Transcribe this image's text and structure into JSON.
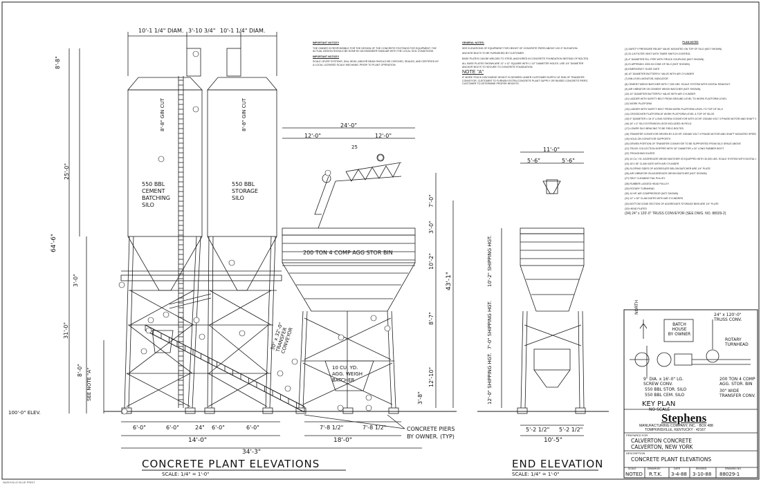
{
  "sheet": {
    "border_color": "#222222",
    "ink_color": "#1a1a1a"
  },
  "dims_top": {
    "left_diam": "10'-1 1/4\" DIAM.",
    "gap": "3'-10 3/4\"",
    "right_diam": "10'-1 1/4\" DIAM."
  },
  "silo_labels": {
    "cement": [
      "550 BBL",
      "CEMENT",
      "BATCHING",
      "SILO"
    ],
    "storage": [
      "550 BBL",
      "STORAGE",
      "SILO"
    ]
  },
  "vertical_dims": {
    "top": "8'-8\"",
    "cone1": "8'-8\" GIN CUT",
    "cone2": "8'-8\" GIN CUT",
    "mid": "25'-0\"",
    "total": "64'-6\"",
    "lower": "31'-0\"",
    "leg": "8'-0\"",
    "leg2": "3'-0\"",
    "note_a": "SEE NOTE \"A\"",
    "elev": "100'-0\" ELEV."
  },
  "bin": {
    "label": "200 TON 4 COMP AGG STOR BIN",
    "width": "24'-0\"",
    "half1": "12'-0\"",
    "half2": "12'-0\"",
    "small": "25",
    "h1": "7'-0\"",
    "h2": "3'-0\"",
    "h3": "10'-2\"",
    "h4": "43'-1\"",
    "h5": "8'-7\"",
    "h6": "12'-10\"",
    "h7": "3'-8\"",
    "weigh": [
      "10 CU. YD.",
      "AGG. WEIGH",
      "BATCHER"
    ],
    "conveyor": [
      "30\" x 32'-0\"",
      "TRANSFER",
      "CONVEYOR"
    ],
    "bottom1": "7'-8 1/2\"",
    "bottom2": "7'-8 1/2\"",
    "bottom_total": "18'-0\""
  },
  "bottom_dims": {
    "d1": "6'-0\"",
    "d2": "6'-0\"",
    "d3": "24\"",
    "d4": "6'-0\"",
    "d5": "6'-0\"",
    "span": "14'-0\"",
    "total": "34'-3\"",
    "piers": [
      "CONCRETE PIERS",
      "BY OWNER. (TYP)"
    ]
  },
  "end_elev": {
    "top_width": "11'-0\"",
    "half1": "5'-6\"",
    "half2": "5'-6\"",
    "ship1": "10'-2\" SHIPPING HGT.",
    "ship2": "7'-0\" SHIPPING HGT.",
    "ship3": "12'-0\" SHIPPING HGT.",
    "bot1": "5'-2 1/2\"",
    "bot2": "5'-2 1/2\"",
    "bot_total": "10'-5\""
  },
  "titles": {
    "main": "CONCRETE PLANT ELEVATIONS",
    "main_scale": "SCALE: 1/4\" = 1'-0\"",
    "end": "END ELEVATION",
    "end_scale": "SCALE: 1/4\" = 1'-0\""
  },
  "notes_important": {
    "h1": "IMPORTANT NOTICE!!",
    "p1": "THE OWNER IS RESPONSIBLE FOR THE DESIGN OF THE CONCRETE FOOTINGS FOR EQUIPMENT. THE ACTUAL DESIGN SHOULD BE DONE BY AN ENGINEER FAMILIAR WITH THE LOCAL SOIL CONDITIONS.",
    "h2": "IMPORTANT NOTICE!!",
    "p2": "SCALE LEVER SYSTEMS, DIAL HEAD, AND/OR BEAM SHOULD BE CHECKED, SEALED, AND CERTIFIED BY A LOCAL LICENSED SCALE MECHANIC PRIOR TO PLANT OPERATION."
  },
  "notes_general": {
    "h1": "GENERAL NOTES:",
    "p1": "SEE ELEVATIONS OF EQUIPMENT FOR HEIGHT OF CONCRETE PIERS ABOVE 100'-0\" ELEVATION.",
    "p2": "ANCHOR BOLTS TO BE FURNISHED BY CUSTOMER.",
    "p3": "BASE PLATES CAN BE WELDED TO STEEL ANCHORED IN CONCRETE FOUNDATION INSTEAD OF BOLTED.",
    "p4": "ALL BASE PLATES SHOWN ARE 12\" x 12\" SQUARE WITH 1 1/2\" DIAMETER HOLES. USE 1/4\" DIAMETER ANCHOR BOLTS TO SECURE TO CONCRETE FOUNDATION.",
    "h2": "NOTE \"A\"",
    "p5": "IF MORE TRUCK DISCHARGE HEIGHT IS DESIRED UNDER CUSTOMER SUPPLY AT END OF TRANSFER CONVEYOR, CUSTOMER TO FURNISH EXTRA CONCRETE PLANT SUPPLY OR RAISED CONCRETE PIERS. CUSTOMER TO DETERMINE PROPER HEIGHTS."
  },
  "plan_notes": {
    "title": "PLAN NOTES",
    "items": [
      "(1) SAFETY PRESSURE RELIEF VALVE MOUNTED ON TOP OF SILO (NOT SHOWN)",
      "(2) 20-1/8 FILTER VENT WITH TIMER SWITCH CONTROL",
      "(3) 4\" DIAMETER FILL PIPE WITH TRUCK COUPLING (NOT SHOWN)",
      "(4) IS APPENDIX JOIN IN CONE OF SILO (NOT SHOWN)",
      "(5) EMERGENCY SLIDE GATE",
      "(6) 10\" DIAMETER BUTTERFLY VALVE WITH AIR CYLINDER",
      "(7) BIN LEVEL MONITOR, INDICATOR",
      "(8) CEMENT WEIGH BATCHER WITH 7,000 LBS. SCALE SYSTEM WITH DIGITAL READOUT",
      "(9) AIR VIBRATOR ON CEMENT WEIGH BATCHER (NOT SHOWN)",
      "(10) 10\" DIAMETER BUTTERFLY VALVE WITH AIR CYLINDER",
      "(11) LADDER WITH SAFETY BELT FROM GROUND LEVEL TO WORK PLATFORM LEVEL",
      "(12) WORK PLATFORM",
      "(13) LADDER WITH SAFETY BELT FROM WORK PLATFORM LEVEL TO TOP OF SILO",
      "(14) CROSSOVER PLATFORM AT WORK PLATFORM LEVEL & TOP OF SILOS",
      "(15) 9\" DIAMETER x 16'-0\" LONG SCREW CONVEYOR WITH 20 HP, 230/460 VOLT 3 PHASE MOTOR AND SHAFT MOUNTED SPEED REDUCER",
      "(16) 16\" x 4\" SILO EXTENSION LEGS INCLUDED IN FIELD",
      "(17) LOWER SILO BRACING TO BE FIELD BOLTED",
      "(18) TRANSFER CONVEYOR DRIVEN BY A 20 HP, 230/460 VOLT 3 PHASE MOTOR AND SHAFT MOUNTED SPEED REDUCER",
      "(19) HOLD-ON CONVEYOR SUPPORTS",
      "(20) DRIVEN PORTION OF TRANSFER CONVEYOR TO BE SUPPORTED FROM SILO SPACE ABOVE",
      "(21) TRUCK COLLECTION HOPPER WITH 30\" DIAMETER x 24\" LONG RUBBER BOOT",
      "(22) TROUGHING IDLERS",
      "(23) 10 CU. YD. AGGREGATE WEIGH BATCHER IS EQUIPPED WITH 30,000 LBS. SCALE SYSTEM WITH DIGITAL READOUT",
      "(24) 16\"x 36\" CLAM GATE WITH AIR CYLINDER",
      "(25) SLOPING SIDES OF AGGREGATE BELOW BATCHER ARE 1/4\" PLATE",
      "(26) AIR VIBRATOR ON AGGREGATE WEIGH BATCHER (NOT SHOWN)",
      "(27) SELF CLEANING TAIL PULLEY",
      "(28) RUBBER LAGGED HEAD PULLEY",
      "(29) ROTARY TURNHEAD",
      "(30) 10 HP. AIR COMPRESSOR (NOT SHOWN)",
      "(31) 12\" x 30\" CLAM GATES WITH AIR CYLINDERS",
      "(32) BOTTOM CONE SECTION OF AGGREGATE STORAGE BINS ARE 1/4\" PLATE",
      "(33) HEAD PLATES",
      "(34) 24\" x 120'-0\" TRUSS CONVEYOR (SEE DWG. NO. 88029-2)"
    ]
  },
  "key_plan": {
    "title": "KEY PLAN",
    "subtitle": "NO SCALE",
    "north": "NORTH",
    "batch_house": [
      "BATCH",
      "HOUSE",
      "BY OWNER"
    ],
    "truss": [
      "24\" x 120'-0\"",
      "TRUSS CONV."
    ],
    "rotary": [
      "ROTARY",
      "TURNHEAD"
    ],
    "screw": [
      "9\" DIA. x 16'-0\" LG.",
      "SCREW CONV."
    ],
    "storage": "550 BBL STOR. SILO",
    "cement": "550 BBL CEM. SILO",
    "agg": [
      "200 TON 4 COMP",
      "AGG. STOR. BIN"
    ],
    "transfer": [
      "30\" WIDE",
      "TRANSFER CONV."
    ]
  },
  "title_block": {
    "company": "Stephens",
    "company_sub": "MANUFACTURING COMPANY, INC. · BOX 488",
    "company_addr": "TOMPKINSVILLE, KENTUCKY · 42167",
    "prepared_label": "PREPARED FOR",
    "prepared_1": "CALVERTON CONCRETE",
    "prepared_2": "CALVERTON, NEW YORK",
    "desc_label": "DESCRIPTION",
    "description": "CONCRETE PLANT ELEVATIONS",
    "scale_label": "SCALE",
    "drawn_label": "DRAWN BY",
    "date_label": "DATE",
    "revised_label": "REVISED",
    "dwg_label": "DRAWING NO.",
    "scale": "NOTED",
    "drawn": "R.T.K.",
    "date": "3-4-88",
    "revised": "3-10-88",
    "drawing_no": "88029-1"
  },
  "footer_stamp": "NASHVILLE BLUE PRINT"
}
